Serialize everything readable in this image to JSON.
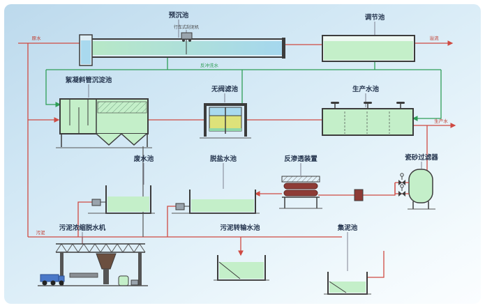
{
  "diagram": {
    "nodes": [
      {
        "id": "pre-sedimentation-tank",
        "label": "预沉池"
      },
      {
        "id": "traveling-scraper",
        "label": "行车式刮泥机"
      },
      {
        "id": "regulating-tank",
        "label": "调节池"
      },
      {
        "id": "flocculation-settling-tank",
        "label": "絮凝斜管沉淀池"
      },
      {
        "id": "valveless-filter",
        "label": "无阀滤池"
      },
      {
        "id": "production-water-tank",
        "label": "生产水池"
      },
      {
        "id": "waste-water-tank",
        "label": "废水池"
      },
      {
        "id": "desalted-water-tank",
        "label": "脱盐水池"
      },
      {
        "id": "reverse-osmosis-unit",
        "label": "反渗透装置"
      },
      {
        "id": "ceramic-sand-filter",
        "label": "瓷砂过滤器"
      },
      {
        "id": "sludge-dewatering-machine",
        "label": "污泥浓缩脱水机"
      },
      {
        "id": "sludge-transfer-tank",
        "label": "污泥转输水池"
      },
      {
        "id": "sludge-collection-tank",
        "label": "集泥池"
      }
    ],
    "pipe_labels": [
      {
        "id": "raw-water",
        "label": "原水",
        "color": "#c0392b"
      },
      {
        "id": "overflow",
        "label": "溢流",
        "color": "#c0392b"
      },
      {
        "id": "production-water",
        "label": "生产水",
        "color": "#c0392b"
      },
      {
        "id": "backwash-water",
        "label": "反冲洗水",
        "color": "#2f9e57"
      },
      {
        "id": "sludge",
        "label": "污泥",
        "color": "#c0392b"
      }
    ],
    "colors": {
      "pipe_red": "#cf4a42",
      "pipe_green": "#2f9e57",
      "outline": "#3c3c3c",
      "tank_green": "#c4efc9",
      "water_blue": "#a9d9ee",
      "filter_media": "#dde27a",
      "vessel_red": "#8e3b36",
      "label_text": "#26364f",
      "background_top": "#bcd9ec",
      "background_bottom": "#fbfdff"
    }
  }
}
